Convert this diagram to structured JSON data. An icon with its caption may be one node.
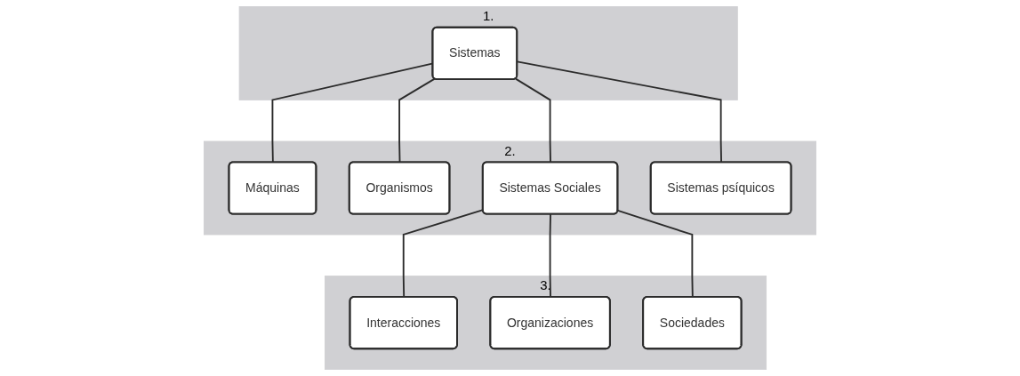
{
  "diagram": {
    "nodes": [
      {
        "text": [
          "1."
        ]
      },
      {
        "text": [
          "Sistemas"
        ],
        "in": 0
      },
      {
        "text": [
          "2."
        ]
      },
      {
        "text": [
          "Máquinas"
        ],
        "in": 2
      },
      {
        "text": [
          "Organismos"
        ],
        "in": 2
      },
      {
        "text": [
          "Sistemas Sociales"
        ],
        "in": 2
      },
      {
        "text": [
          "Sistemas psíquicos"
        ],
        "in": 2
      },
      {
        "text": [
          "3."
        ]
      },
      {
        "text": [
          "Interacciones"
        ],
        "in": 7
      },
      {
        "text": [
          "Organizaciones"
        ],
        "in": 7
      },
      {
        "text": [
          "Sociedades"
        ],
        "in": 7
      }
    ],
    "edges": [
      {
        "from": 1,
        "to": 3,
        "arrow": "none"
      },
      {
        "from": 1,
        "to": 4,
        "arrow": "none"
      },
      {
        "from": 1,
        "to": 5,
        "arrow": "none"
      },
      {
        "from": 1,
        "to": 6,
        "arrow": "none"
      },
      {
        "from": 5,
        "to": 8,
        "arrow": "none"
      },
      {
        "from": 5,
        "to": 9,
        "arrow": "none"
      },
      {
        "from": 5,
        "to": 10,
        "arrow": "none"
      }
    ]
  }
}
